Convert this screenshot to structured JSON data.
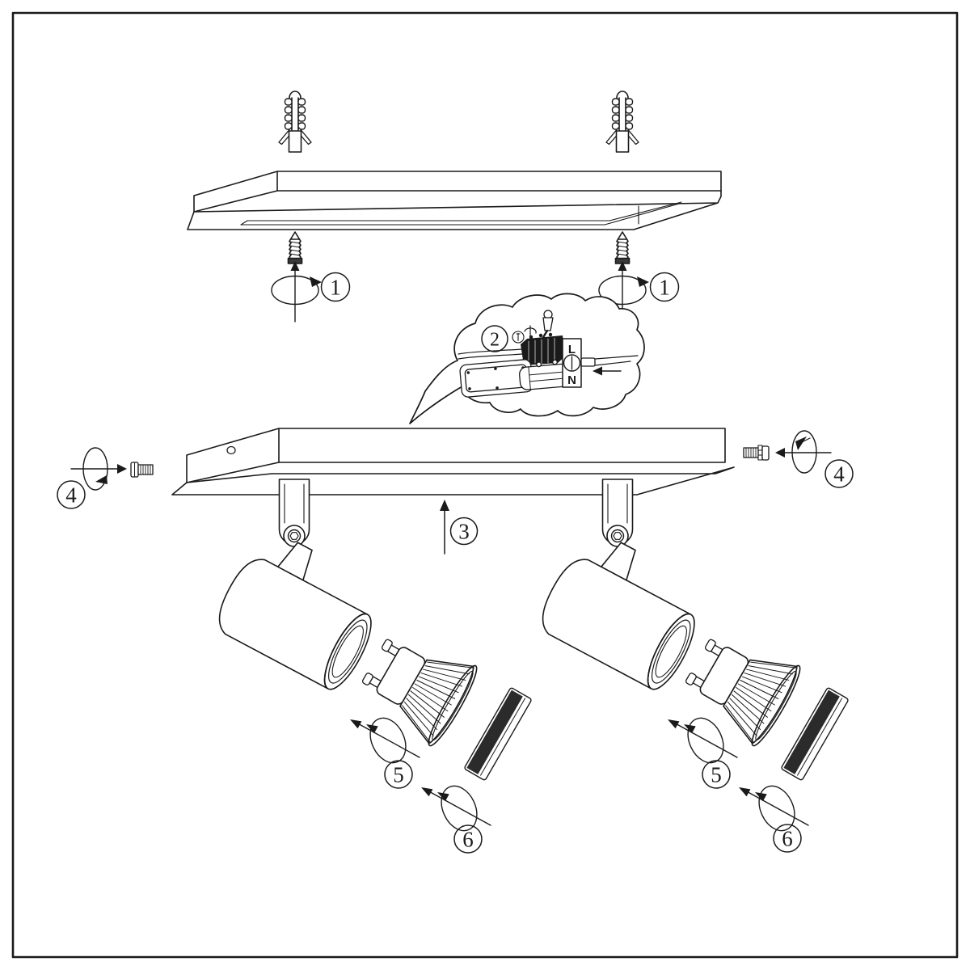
{
  "diagram": {
    "kind": "exploded installation diagram, two-head ceiling spotlight",
    "background": "#ffffff"
  },
  "colors": {
    "ink": "#1a1a1a",
    "background": "#ffffff",
    "screw_head": "#3a3a3a",
    "terminal_block": "#1a1a1a",
    "glass_stripe": "#2b2b2b"
  },
  "steps": {
    "s1": "1",
    "s2": "2",
    "s3": "3",
    "s4": "4",
    "s5": "5",
    "s6": "6"
  },
  "terminal": {
    "live": "L",
    "neutral": "N"
  }
}
